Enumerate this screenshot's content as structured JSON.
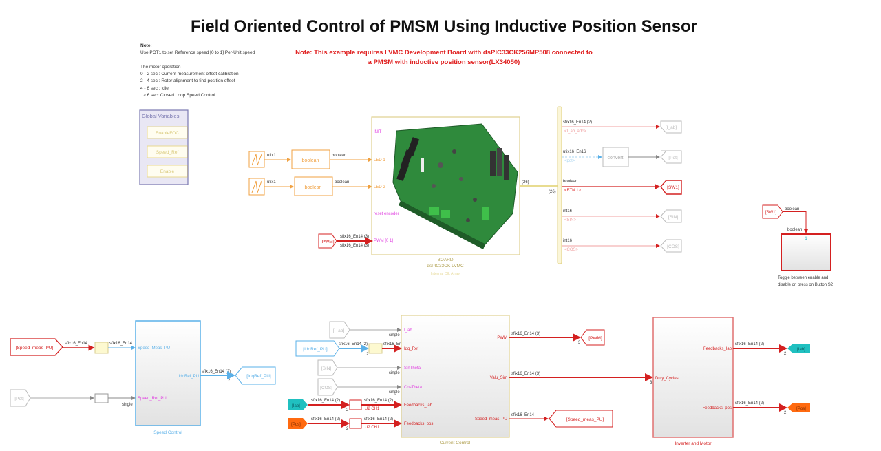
{
  "title": "Field Oriented Control of PMSM Using Inductive Position Sensor",
  "note": {
    "heading": "Note:",
    "lines": [
      "Use POT1 to set Reference speed [0 to 1] Per-Unit speed",
      "",
      "The motor operation",
      "0 - 2 sec : Current measurement offset calibration",
      "2 - 4 sec : Rotor alignment to find position offset",
      "4 - 6 sec : Idle",
      "> 6 sec: Closed Loop Speed Control"
    ]
  },
  "requirement_note": {
    "line1": "Note: This example requires LVMC Development Board with dsPIC33CK256MP508 connected to",
    "line2": "a PMSM with inductive position sensor(LX34050)"
  },
  "global_variables": {
    "title": "Global Variables",
    "items": [
      "EnableFOC",
      "Speed_Ref",
      "Enable"
    ]
  },
  "board_inputs": [
    {
      "signal": "ufix1",
      "block": "boolean",
      "out": "boolean",
      "port": "LED 1"
    },
    {
      "signal": "ufix1",
      "block": "boolean",
      "out": "boolean",
      "port": "LED 2"
    }
  ],
  "board": {
    "ports": {
      "init": "INIT",
      "encoder": "reset encoder",
      "pwm": "PWM [0 1]"
    },
    "pwm_from": "[PWM]",
    "pwm_signals": [
      "sfix16_En14 (3)",
      "sfix16_En14 (3)"
    ],
    "bus_width": "(26)",
    "bus_width2": "(26)",
    "label1": "BOARD",
    "label2": "dsPIC33CK LVMC",
    "label3": "Internal Clk Array"
  },
  "bus_outputs": [
    {
      "type": "sfix16_En14 (2)",
      "sub": "<I_ab_adc>",
      "tag": "[I_ab]"
    },
    {
      "type": "ufix16_En16",
      "sub": "<pot>",
      "convert": "convert",
      "tag": "[Pot]"
    },
    {
      "type": "boolean",
      "sub": "<BTN 1>",
      "tag": "[SW1]"
    },
    {
      "type": "int16",
      "sub": "<SIN>",
      "tag": "[SIN]"
    },
    {
      "type": "int16",
      "sub": "<COS>",
      "tag": "[COS]"
    }
  ],
  "toggle": {
    "from": "[SW1]",
    "signal": "boolean",
    "signal2": "boolean",
    "port": "1",
    "caption1": "Toggle between enable and",
    "caption2": "disable on press on Button S2"
  },
  "speed_control": {
    "label": "Speed Control",
    "from_meas": "[Speed_meas_PU]",
    "from_pot": "[Pot]",
    "sig_meas_in": "sfix16_En14",
    "sig_meas_out": "sfix16_En14",
    "sig_pot": "single",
    "in1": "Speed_Meas_PU",
    "in2": "Speed_Ref_PU",
    "out": "IdqRef_PU",
    "out_signal": "sfix16_En14 (2)",
    "out_dim": "2",
    "goto": "[IdqRef_PU]"
  },
  "current_control": {
    "label": "Current Control",
    "inputs": [
      {
        "from": "[I_ab]",
        "signal": "single",
        "port": "I_ab"
      },
      {
        "from": "[IdqRef_PU]",
        "signal": "sfix16_En14 (2)",
        "signal2": "sfix16_En",
        "dim": "2",
        "port": "Idq_Ref"
      },
      {
        "from": "[SIN]",
        "signal": "single",
        "port": "SinTheta"
      },
      {
        "from": "[COS]",
        "signal": "single",
        "port": "CosTheta"
      },
      {
        "from": "[Iab]",
        "signal": "sfix16_En14 (2)",
        "signal2": "sfix16_En14 (2)",
        "dim": "2",
        "delay": "U2 CH1",
        "port": "Feedbacks_Iab"
      },
      {
        "from": "[Pos]",
        "signal": "sfix16_En14 (2)",
        "signal2": "sfix16_En14 (2)",
        "dim": "2",
        "delay": "U2 CH1",
        "port": "Feedbacks_pos"
      }
    ],
    "outputs": [
      {
        "port": "PWM",
        "signal": "sfix16_En14 (3)",
        "dim": "3",
        "goto": "[PWM]"
      },
      {
        "port": "Valu_Sim",
        "signal": "sfix16_En14 (3)"
      },
      {
        "port": "Speed_meas_PU",
        "signal": "sfix16_En14",
        "goto": "[Speed_meas_PU]"
      }
    ]
  },
  "inverter": {
    "label": "Inverter and Motor",
    "in": "Duty_Cycles",
    "in_dim": "3",
    "outputs": [
      {
        "port": "Feedbacks_Iab",
        "signal": "sfix16_En14 (2)",
        "dim": "2",
        "goto": "[Iab]"
      },
      {
        "port": "Feedbacks_pos",
        "signal": "sfix16_En14 (2)",
        "dim": "2",
        "goto": "[Pos]"
      }
    ]
  },
  "colors": {
    "orange": "#f0a040",
    "red": "#d42020",
    "blue": "#5ab0e8",
    "yellow_block": "#d8cc8c",
    "teal": "#20c0c0",
    "tag_orange": "#ff6a10",
    "gray": "#bbbbbb",
    "magenta": "#e040e0"
  }
}
